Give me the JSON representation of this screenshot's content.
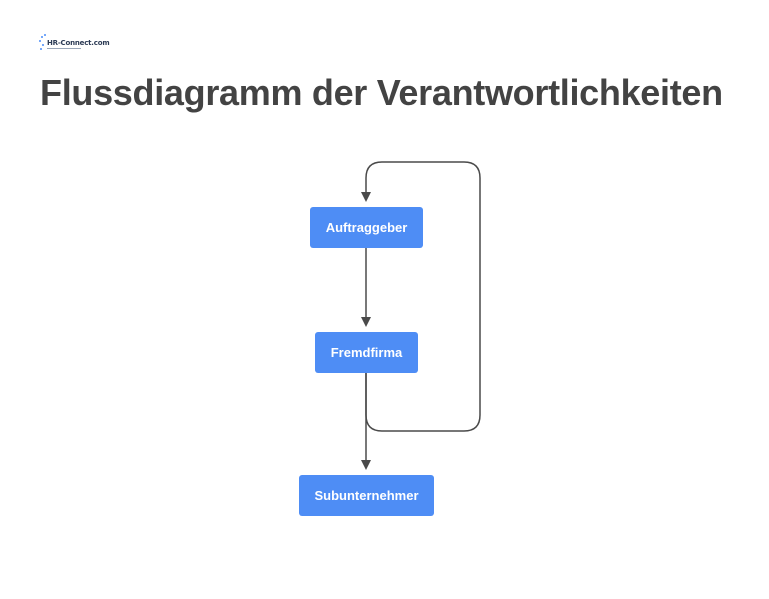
{
  "logo": {
    "text": "HR-Connect.com"
  },
  "title": "Flussdiagramm der Verantwortlichkeiten",
  "diagram": {
    "nodes": [
      {
        "id": "auftraggeber",
        "label": "Auftraggeber"
      },
      {
        "id": "fremdfirma",
        "label": "Fremdfirma"
      },
      {
        "id": "subunternehmer",
        "label": "Subunternehmer"
      }
    ],
    "edges": [
      {
        "from": "auftraggeber",
        "to": "fremdfirma"
      },
      {
        "from": "fremdfirma",
        "to": "subunternehmer"
      },
      {
        "from": "fremdfirma",
        "to": "auftraggeber"
      }
    ],
    "colors": {
      "node_fill": "#4e8df5",
      "node_text": "#ffffff",
      "edge": "#4a4a4a",
      "title": "#434343"
    }
  }
}
